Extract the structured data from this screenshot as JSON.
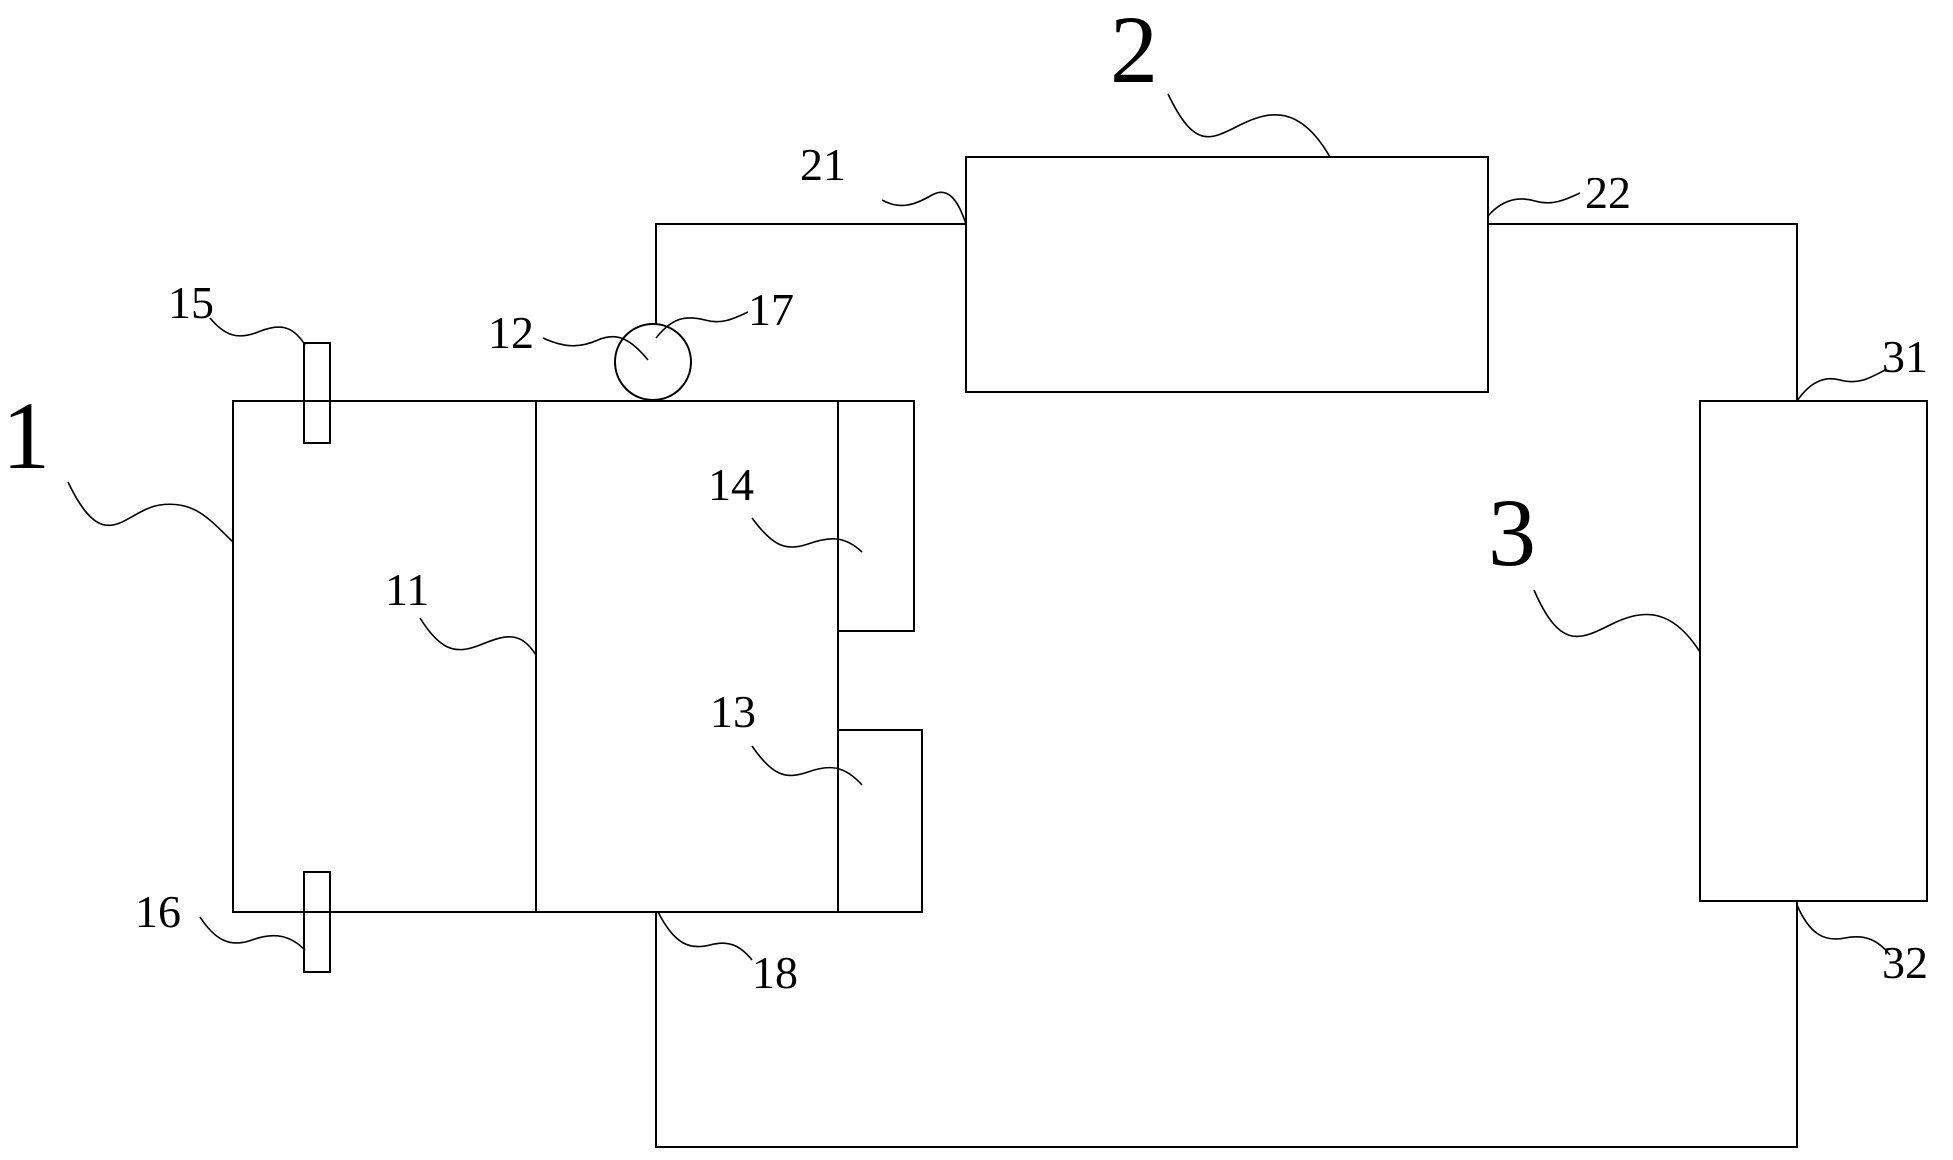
{
  "labels": {
    "device_1": "1",
    "device_2": "2",
    "device_3": "3",
    "partition_11": "11",
    "ring_12": "12",
    "port_13": "13",
    "port_14": "14",
    "top_nozzle_15": "15",
    "bottom_nozzle_16": "16",
    "joint_17": "17",
    "outlet_18": "18",
    "inlet_21": "21",
    "outlet_22": "22",
    "inlet_31": "31",
    "outlet_32": "32"
  }
}
